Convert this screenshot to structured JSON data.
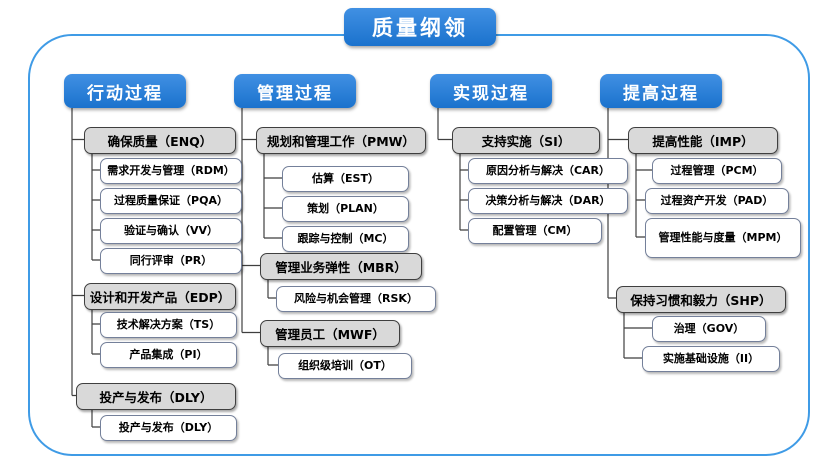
{
  "title": "质量纲领",
  "colors": {
    "accent_blue": "#1a72cd",
    "frame_border": "#3f9be6",
    "group_fill": "#d9d9d9",
    "group_border": "#3f3f3f",
    "leaf_border": "#74809a",
    "connector": "#3f3f3f"
  },
  "columns": [
    {
      "header": "行动过程",
      "groups": [
        {
          "label": "确保质量（ENQ）",
          "children": [
            "需求开发与管理（RDM）",
            "过程质量保证（PQA）",
            "验证与确认（VV）",
            "同行评审（PR）"
          ]
        },
        {
          "label": "设计和开发产品（EDP）",
          "children": [
            "技术解决方案（TS）",
            "产品集成（PI）"
          ]
        },
        {
          "label": "投产与发布（DLY）",
          "children": [
            "投产与发布（DLY）"
          ]
        }
      ]
    },
    {
      "header": "管理过程",
      "groups": [
        {
          "label": "规划和管理工作（PMW）",
          "children": [
            "估算（EST）",
            "策划（PLAN）",
            "跟踪与控制（MC）"
          ]
        },
        {
          "label": "管理业务弹性（MBR）",
          "children": [
            "风险与机会管理（RSK）"
          ]
        },
        {
          "label": "管理员工（MWF）",
          "children": [
            "组织级培训（OT）"
          ]
        }
      ]
    },
    {
      "header": "实现过程",
      "groups": [
        {
          "label": "支持实施（SI）",
          "children": [
            "原因分析与解决（CAR）",
            "决策分析与解决（DAR）",
            "配置管理（CM）"
          ]
        }
      ]
    },
    {
      "header": "提高过程",
      "groups": [
        {
          "label": "提高性能（IMP）",
          "children": [
            "过程管理（PCM）",
            "过程资产开发（PAD）",
            "管理性能与度量（MPM）"
          ]
        },
        {
          "label": "保持习惯和毅力（SHP）",
          "children": [
            "治理（GOV）",
            "实施基础设施（II）"
          ]
        }
      ]
    }
  ]
}
